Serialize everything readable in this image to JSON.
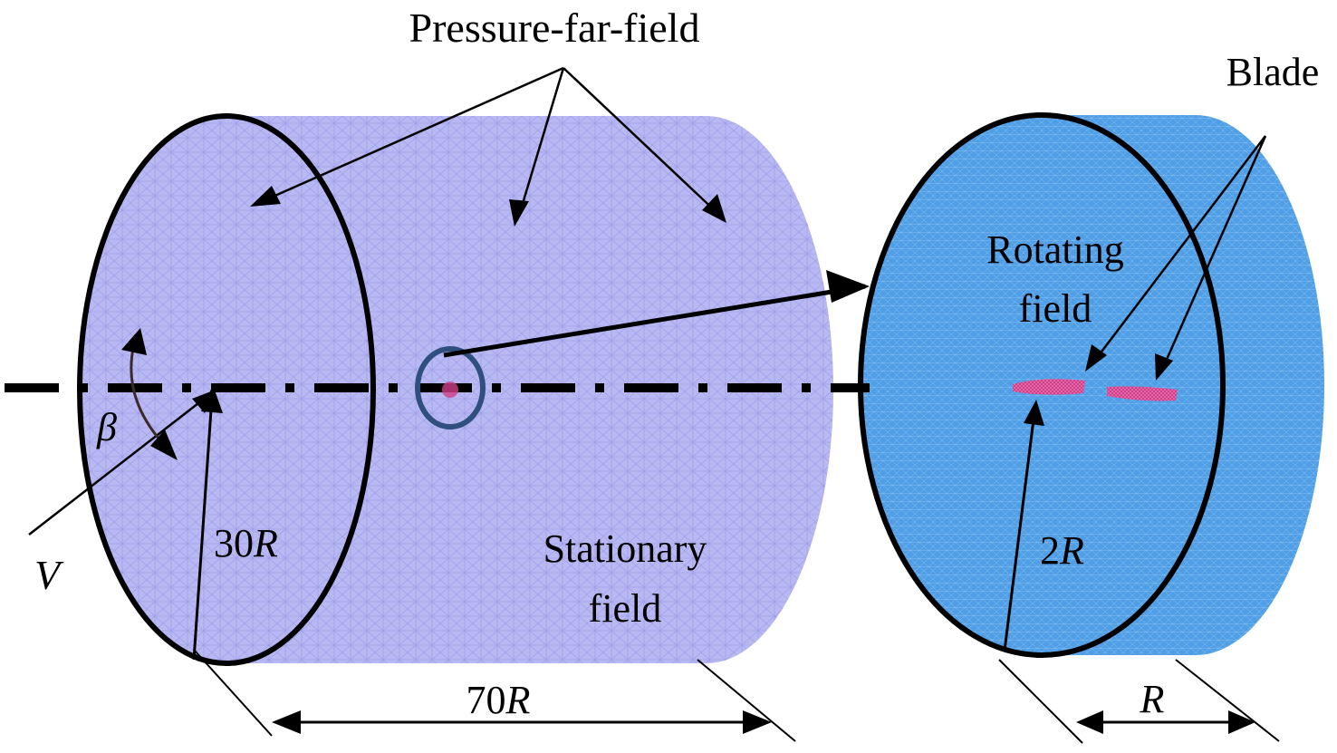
{
  "labels": {
    "pressure_far_field": "Pressure-far-field",
    "blade": "Blade",
    "rotating_field_line1": "Rotating",
    "rotating_field_line2": "field",
    "stationary_field_line1": "Stationary",
    "stationary_field_line2": "field",
    "radius_outer_num": "30",
    "radius_outer_var": "R",
    "length_num": "70",
    "length_var": "R",
    "radius_inner_num": "2",
    "radius_inner_var": "R",
    "width_var": "R",
    "velocity": "V",
    "angle": "β"
  },
  "colors": {
    "stationary_mesh": "#b8b8f2",
    "stationary_mesh_line": "#8e8ee4",
    "rotating_mesh": "#4f9ee6",
    "rotating_mesh_line": "#2e7fd0",
    "blade": "#d0408a",
    "outline": "#000000",
    "zoom_circle": "#2f4f7f",
    "angle_arc": "#3a2a2a"
  }
}
